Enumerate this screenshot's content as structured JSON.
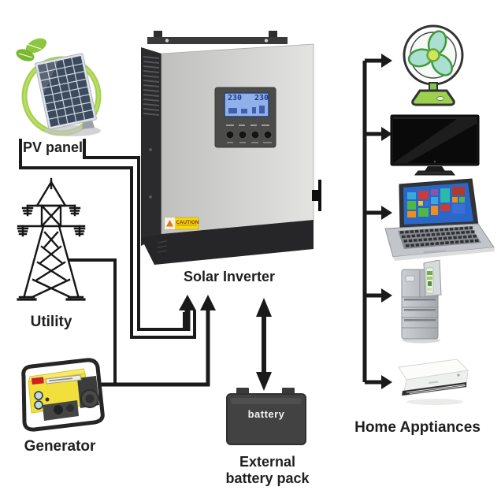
{
  "labels": {
    "pv_panel": "PV panel",
    "utility": "Utility",
    "generator": "Generator",
    "solar_inverter": "Solar Inverter",
    "home_appliances": "Home Apptiances",
    "external_battery_line1": "External",
    "external_battery_line2": "battery pack"
  },
  "battery": {
    "label": "battery"
  },
  "inverter": {
    "caution": "CAUTION",
    "lcd_left": "230",
    "lcd_right": "230"
  },
  "icons": {
    "sources": [
      "pv-panel",
      "utility-tower",
      "generator"
    ],
    "storage": [
      "external-battery"
    ],
    "appliances": [
      "table-fan",
      "television",
      "laptop",
      "refrigerator",
      "air-conditioner"
    ]
  },
  "colors": {
    "line": "#1a1a1a",
    "fan_green": "#9ed050",
    "blade_teal": "#aadfd2",
    "generator_yellow": "#f1df3b",
    "lcd_blue": "#8fb0ea",
    "caution_yellow": "#f8d70a",
    "battery_dark": "#424242",
    "screen_blue": "#2a67c9",
    "ring_green": "#9acb3e"
  }
}
